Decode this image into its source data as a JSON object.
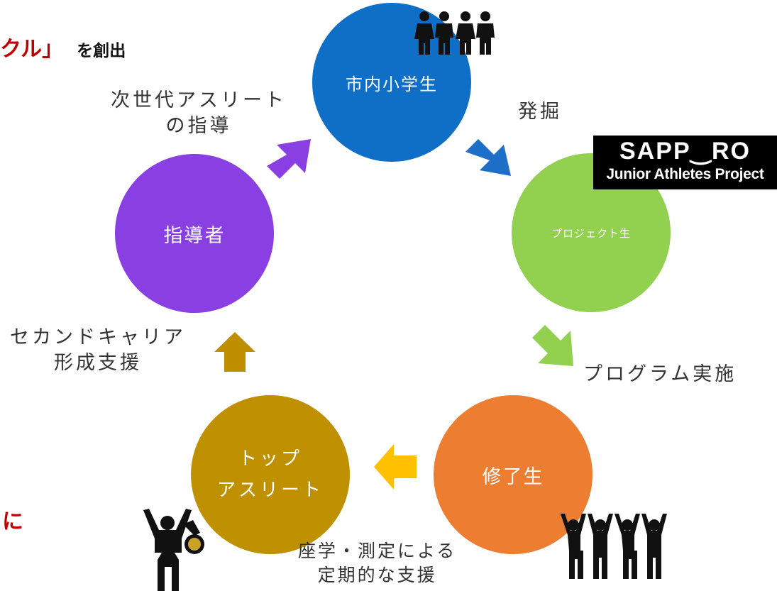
{
  "header": {
    "title_fragment": "クル」",
    "title_suffix": "を創出"
  },
  "side_fragment": "に",
  "logo": {
    "line1": "SAPP‿RO",
    "line2": "Junior Athletes Project"
  },
  "cycle": {
    "nodes": [
      {
        "label": "市内小学生",
        "color": "#0f6fc6"
      },
      {
        "label": "プロジェクト生",
        "color": "#92d050"
      },
      {
        "label": "修了生",
        "color": "#ed7d31"
      },
      {
        "label_line1": "トップ",
        "label_line2": "アスリート",
        "color": "#bf9000"
      },
      {
        "label": "指導者",
        "color": "#8a3fe2"
      }
    ],
    "steps": [
      {
        "line1": "発掘"
      },
      {
        "line1": "プログラム実施"
      },
      {
        "line1": "座学・測定による",
        "line2": "定期的な支援"
      },
      {
        "line1": "セカンドキャリア",
        "line2": "形成支援"
      },
      {
        "line1": "次世代アスリート",
        "line2": "の指導"
      }
    ]
  },
  "icons": [
    "people-group-icon",
    "people-cheering-icon",
    "medalist-icon"
  ]
}
